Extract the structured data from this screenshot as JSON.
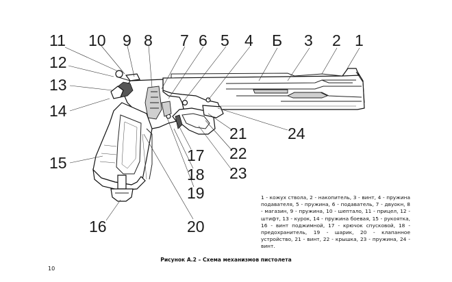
{
  "diagram": {
    "callouts": [
      {
        "id": "11",
        "text": "11"
      },
      {
        "id": "10",
        "text": "10"
      },
      {
        "id": "9",
        "text": "9"
      },
      {
        "id": "8",
        "text": "8"
      },
      {
        "id": "7",
        "text": "7"
      },
      {
        "id": "6",
        "text": "6"
      },
      {
        "id": "5",
        "text": "5"
      },
      {
        "id": "4",
        "text": "4"
      },
      {
        "id": "B",
        "text": "Б"
      },
      {
        "id": "3",
        "text": "3"
      },
      {
        "id": "2",
        "text": "2"
      },
      {
        "id": "1",
        "text": "1"
      },
      {
        "id": "12",
        "text": "12"
      },
      {
        "id": "13",
        "text": "13"
      },
      {
        "id": "14",
        "text": "14"
      },
      {
        "id": "15",
        "text": "15"
      },
      {
        "id": "16",
        "text": "16"
      },
      {
        "id": "17",
        "text": "17"
      },
      {
        "id": "18",
        "text": "18"
      },
      {
        "id": "19",
        "text": "19"
      },
      {
        "id": "20",
        "text": "20"
      },
      {
        "id": "21",
        "text": "21"
      },
      {
        "id": "22",
        "text": "22"
      },
      {
        "id": "23",
        "text": "23"
      },
      {
        "id": "24",
        "text": "24"
      }
    ],
    "legend": "1 - кожух ствола, 2 - накопитель, 3 - винт, 4 - пружина подавателя, 5 - пружина, 6 - подаватель, 7 - двуокн, 8 - магазин, 9 - пружина, 10 - шептало, 11 - прицел, 12 - штифт, 13 - курок, 14 - пружина боевая, 15 - рукоятка, 16 - винт поджимной, 17 - крючок спусковой, 18 - предохранитель, 19 - шарик, 20 - клапанное устройство, 21 - винт, 22 - крышка, 23 - пружина, 24 - винт.",
    "caption": "Рисунок А.2 – Схема механизмов пистолета",
    "page_number": "10"
  }
}
